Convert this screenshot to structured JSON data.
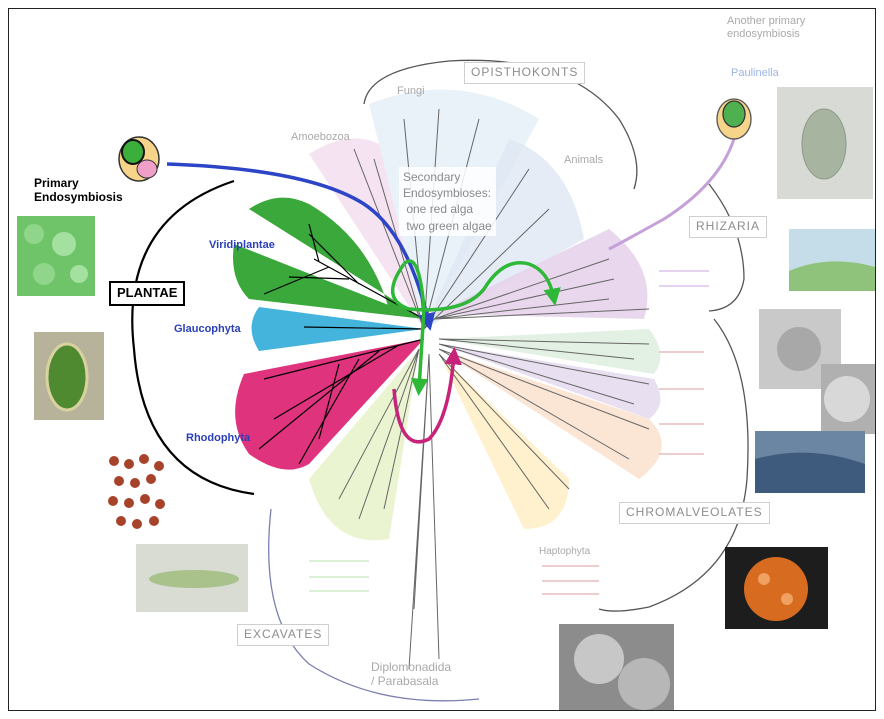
{
  "primary_endosymbiosis": "Primary\nEndosymbiosis",
  "another_primary": "Another primary\nendosymbiosis",
  "paulinella": "Paulinella",
  "plantae": "PLANTAE",
  "viridiplantae": "Viridiplantae",
  "glaucophyta": "Glaucophyta",
  "rhodophyta": "Rhodophyta",
  "opisthokonts": "OPISTHOKONTS",
  "fungi": "Fungi",
  "animals": "Animals",
  "amoebozoa": "Amoebozoa",
  "rhizaria": "RHIZARIA",
  "chromalveolates": "CHROMALVEOLATES",
  "excavates": "EXCAVATES",
  "diplomonadida": "Diplomonadida\n/ Parabasala",
  "secondary_endosymbioses": "Secondary\nEndosymbioses:\n one red alga\n two green algae",
  "chromalveolate_small": "Haptophyta",
  "colors": {
    "plant_green": "#3aa83a",
    "glauco_blue": "#45b4dd",
    "rhodo_pink": "#e0337e",
    "arrow_blue": "#2c45c6",
    "arrow_green": "#2fb838",
    "arrow_magenta": "#c8237a"
  }
}
